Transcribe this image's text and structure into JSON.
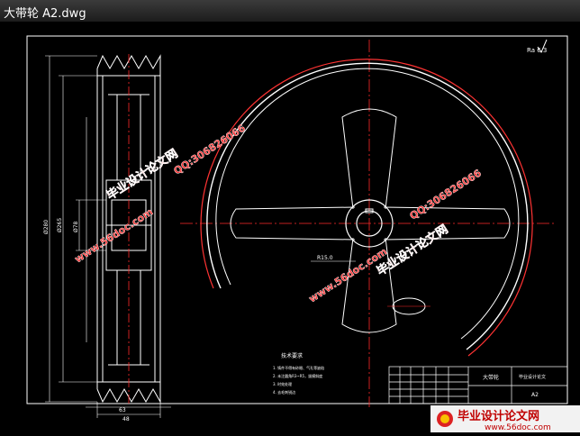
{
  "window": {
    "title": "大带轮 A2.dwg"
  },
  "drawing": {
    "roughness_symbol": "Ra 6.3",
    "section_view": {
      "left_dim_1": "Ø280",
      "left_dim_2": "Ø265",
      "left_dim_3": "Ø78",
      "bottom_dim_1": "63",
      "bottom_dim_2": "48"
    },
    "front_view": {
      "spoke_dim": "R15.0"
    },
    "notes": {
      "heading": "技术要求",
      "items": [
        "1. 铸件不得有砂眼、气孔等缺陷",
        "2. 未注圆角R3~R5，拔模斜度",
        "3. 时效处理",
        "4. 去毛刺锐边"
      ]
    },
    "title_block": {
      "name": "大带轮",
      "school": "毕业设计论文",
      "scale": "A2"
    }
  },
  "watermarks": {
    "site": "www.56doc.com",
    "qq": "QQ:306826066",
    "brand": "毕业设计论文网"
  },
  "logo": {
    "name": "毕业设计论文网",
    "url": "www.56doc.com"
  }
}
